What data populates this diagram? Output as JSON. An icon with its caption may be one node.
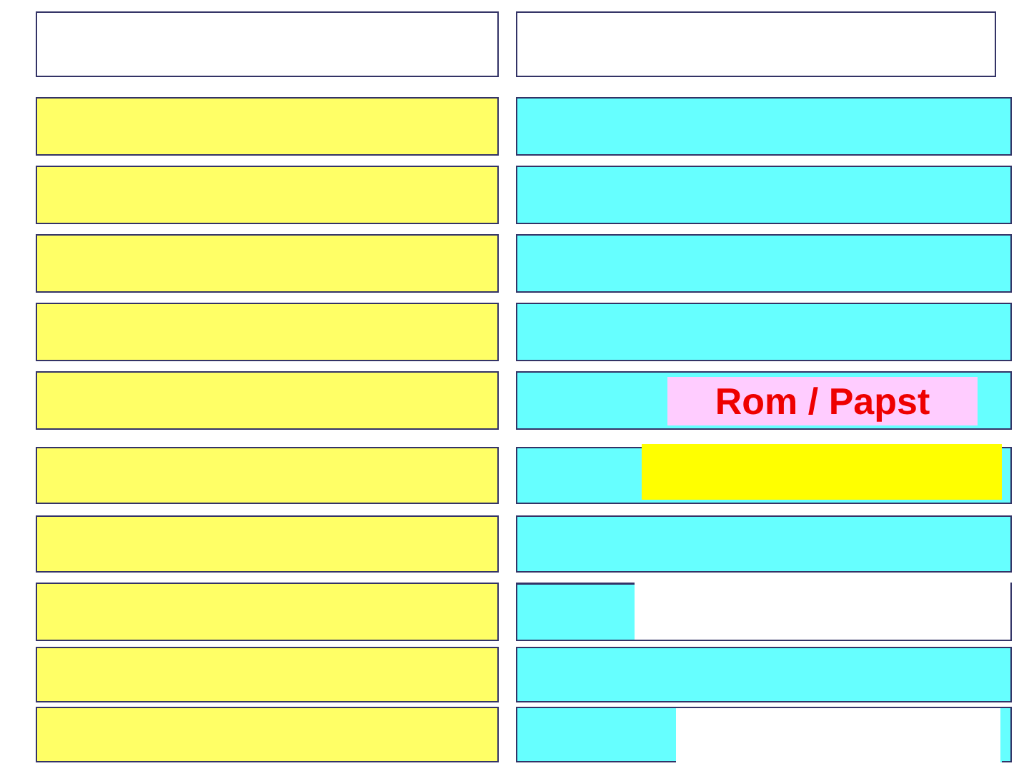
{
  "diagram": {
    "nodes": [
      {
        "text": [],
        "shape": "box"
      },
      {
        "text": [],
        "shape": "box"
      },
      {
        "text": [],
        "shape": "box"
      },
      {
        "text": [],
        "shape": "box"
      },
      {
        "text": [],
        "shape": "box"
      },
      {
        "text": [],
        "shape": "box"
      },
      {
        "text": [],
        "shape": "box"
      },
      {
        "text": [],
        "shape": "box"
      },
      {
        "text": [],
        "shape": "box"
      },
      {
        "text": [],
        "shape": "box"
      },
      {
        "text": [],
        "shape": "box"
      },
      {
        "text": [],
        "shape": "box"
      },
      {
        "text": [],
        "shape": "box"
      },
      {
        "text": [],
        "shape": "box"
      },
      {
        "text": [],
        "shape": "box"
      },
      {
        "text": [],
        "shape": "box"
      },
      {
        "text": [],
        "shape": "box"
      },
      {
        "text": [],
        "shape": "box"
      },
      {
        "text": [],
        "shape": "box"
      },
      {
        "text": [],
        "shape": "box"
      },
      {
        "text": [],
        "shape": "box"
      },
      {
        "text": [],
        "shape": "box"
      },
      {
        "text": [
          "Rom / Papst"
        ],
        "in": 11
      },
      {
        "text": [],
        "shape": "box",
        "in": 13
      }
    ]
  }
}
